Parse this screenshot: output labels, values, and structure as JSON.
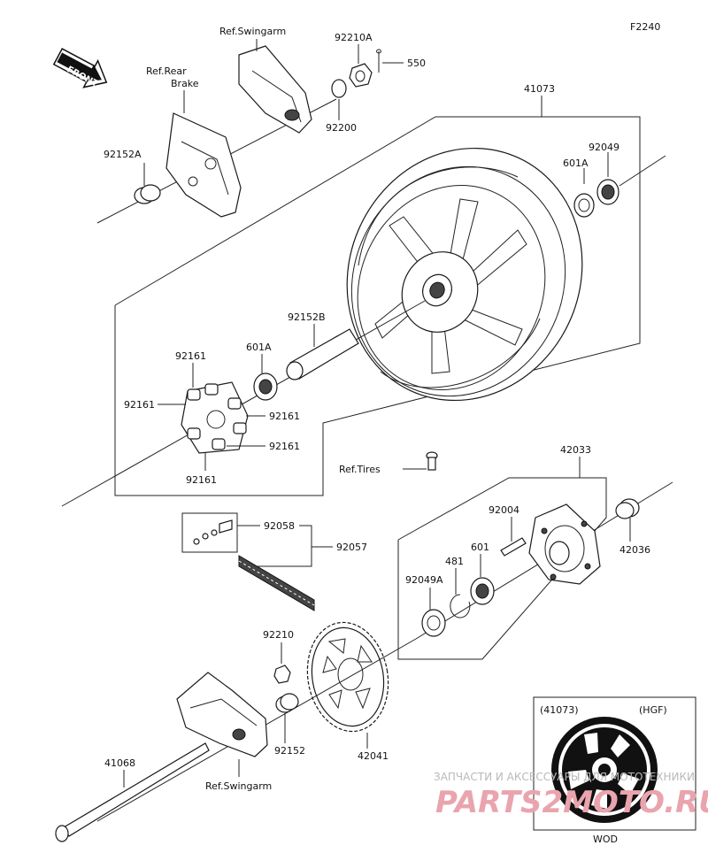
{
  "figure_code": "F2240",
  "front_arrow": "FRONT",
  "parts": {
    "p41073": "41073",
    "p92049": "92049",
    "p601A_top": "601A",
    "p92210A": "92210A",
    "p550": "550",
    "p92200": "92200",
    "p92152A": "92152A",
    "p92152B": "92152B",
    "p601A_mid": "601A",
    "p92161_a": "92161",
    "p92161_b": "92161",
    "p92161_c": "92161",
    "p92161_d": "92161",
    "p92161_e": "92161",
    "p42033": "42033",
    "p92004": "92004",
    "p601": "601",
    "p481": "481",
    "p92049A": "92049A",
    "p42036": "42036",
    "p92058": "92058",
    "p92057": "92057",
    "p92210": "92210",
    "p92152": "92152",
    "p42041": "42041",
    "p41068": "41068"
  },
  "refs": {
    "swingarm_top": "Ref.Swingarm",
    "rear_brake_1": "Ref.Rear",
    "rear_brake_2": "Brake",
    "tires": "Ref.Tires",
    "swingarm_bottom": "Ref.Swingarm"
  },
  "inset": {
    "part": "(41073)",
    "variant": "(HGF)",
    "caption": "WOD"
  },
  "watermark": {
    "line1": "ЗАПЧАСТИ И АКСЕССУАРЫ ДЛЯ МОТОТЕХНИКИ",
    "line2": "PARTS2MOTO.RU"
  }
}
